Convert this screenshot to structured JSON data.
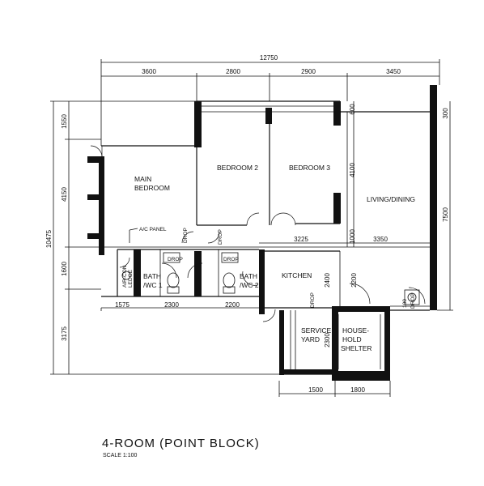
{
  "title": "4-ROOM (POINT BLOCK)",
  "scale": "SCALE  1:100",
  "rooms": {
    "main_bedroom_1": "MAIN",
    "main_bedroom_2": "BEDROOM",
    "bedroom2": "BEDROOM 2",
    "bedroom3": "BEDROOM 3",
    "living": "LIVING/DINING",
    "kitchen": "KITCHEN",
    "bath1_a": "BATH",
    "bath1_b": "/WC 1",
    "bath2_a": "BATH",
    "bath2_b": "/WC 2",
    "service_a": "SERVICE",
    "service_b": "YARD",
    "shelter_a": "HOUSE-",
    "shelter_b": "HOLD",
    "shelter_c": "SHELTER",
    "aircon_a": "AIR-CON",
    "aircon_b": "LEDGE",
    "ac_panel": "A/C PANEL",
    "drop": "DROP"
  },
  "dimensions": {
    "overall_width": "12750",
    "top_segments": [
      "3600",
      "2800",
      "2900",
      "3450"
    ],
    "left_overall": "10475",
    "left_segments": [
      "1550",
      "4150",
      "1600",
      "3175"
    ],
    "right_7500": "7500",
    "right_600": "600",
    "right_300": "300",
    "mid_4100": "4100",
    "mid_1000": "1000",
    "row_3225": "3225",
    "row_3350": "3350",
    "bottom_1575": "1575",
    "bottom_2300": "2300",
    "bottom_2200": "2200",
    "k_2400": "2400",
    "k_2200": "2200",
    "sy_2300": "2300",
    "d_100": "100",
    "bottom_1500": "1500",
    "bottom_1800": "1800"
  }
}
